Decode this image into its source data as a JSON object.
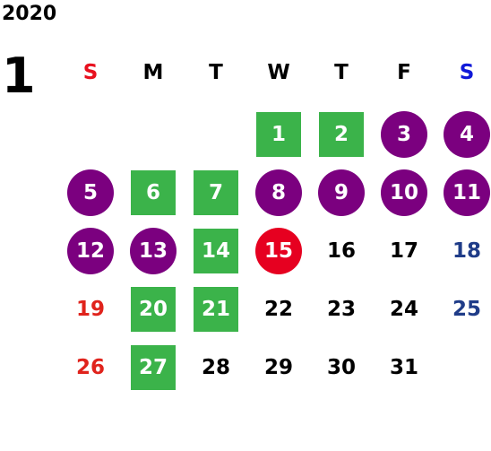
{
  "calendar": {
    "year": "2020",
    "month": "1",
    "weekdays": [
      {
        "label": "S",
        "kind": "sun"
      },
      {
        "label": "M",
        "kind": "day"
      },
      {
        "label": "T",
        "kind": "day"
      },
      {
        "label": "W",
        "kind": "day"
      },
      {
        "label": "T",
        "kind": "day"
      },
      {
        "label": "F",
        "kind": "day"
      },
      {
        "label": "S",
        "kind": "sat"
      }
    ],
    "colors": {
      "sunday_header": "#e8101e",
      "saturday_header": "#1019d8",
      "sunday_text": "#e0231c",
      "saturday_text": "#1f3c88",
      "square_marker": "#3bb34a",
      "circle_marker": "#7b007f",
      "today_marker": "#e60020"
    },
    "days": [
      {
        "day": "1",
        "col": 3,
        "week": 0,
        "mark": "square"
      },
      {
        "day": "2",
        "col": 4,
        "week": 0,
        "mark": "square"
      },
      {
        "day": "3",
        "col": 5,
        "week": 0,
        "mark": "circle"
      },
      {
        "day": "4",
        "col": 6,
        "week": 0,
        "mark": "circle"
      },
      {
        "day": "5",
        "col": 0,
        "week": 1,
        "mark": "circle"
      },
      {
        "day": "6",
        "col": 1,
        "week": 1,
        "mark": "square"
      },
      {
        "day": "7",
        "col": 2,
        "week": 1,
        "mark": "square"
      },
      {
        "day": "8",
        "col": 3,
        "week": 1,
        "mark": "circle"
      },
      {
        "day": "9",
        "col": 4,
        "week": 1,
        "mark": "circle"
      },
      {
        "day": "10",
        "col": 5,
        "week": 1,
        "mark": "circle"
      },
      {
        "day": "11",
        "col": 6,
        "week": 1,
        "mark": "circle"
      },
      {
        "day": "12",
        "col": 0,
        "week": 2,
        "mark": "circle"
      },
      {
        "day": "13",
        "col": 1,
        "week": 2,
        "mark": "circle"
      },
      {
        "day": "14",
        "col": 2,
        "week": 2,
        "mark": "square"
      },
      {
        "day": "15",
        "col": 3,
        "week": 2,
        "mark": "today"
      },
      {
        "day": "16",
        "col": 4,
        "week": 2,
        "mark": "none"
      },
      {
        "day": "17",
        "col": 5,
        "week": 2,
        "mark": "none"
      },
      {
        "day": "18",
        "col": 6,
        "week": 2,
        "mark": "none"
      },
      {
        "day": "19",
        "col": 0,
        "week": 3,
        "mark": "none"
      },
      {
        "day": "20",
        "col": 1,
        "week": 3,
        "mark": "square"
      },
      {
        "day": "21",
        "col": 2,
        "week": 3,
        "mark": "square"
      },
      {
        "day": "22",
        "col": 3,
        "week": 3,
        "mark": "none"
      },
      {
        "day": "23",
        "col": 4,
        "week": 3,
        "mark": "none"
      },
      {
        "day": "24",
        "col": 5,
        "week": 3,
        "mark": "none"
      },
      {
        "day": "25",
        "col": 6,
        "week": 3,
        "mark": "none"
      },
      {
        "day": "26",
        "col": 0,
        "week": 4,
        "mark": "none"
      },
      {
        "day": "27",
        "col": 1,
        "week": 4,
        "mark": "square"
      },
      {
        "day": "28",
        "col": 2,
        "week": 4,
        "mark": "none"
      },
      {
        "day": "29",
        "col": 3,
        "week": 4,
        "mark": "none"
      },
      {
        "day": "30",
        "col": 4,
        "week": 4,
        "mark": "none"
      },
      {
        "day": "31",
        "col": 5,
        "week": 4,
        "mark": "none"
      }
    ]
  }
}
